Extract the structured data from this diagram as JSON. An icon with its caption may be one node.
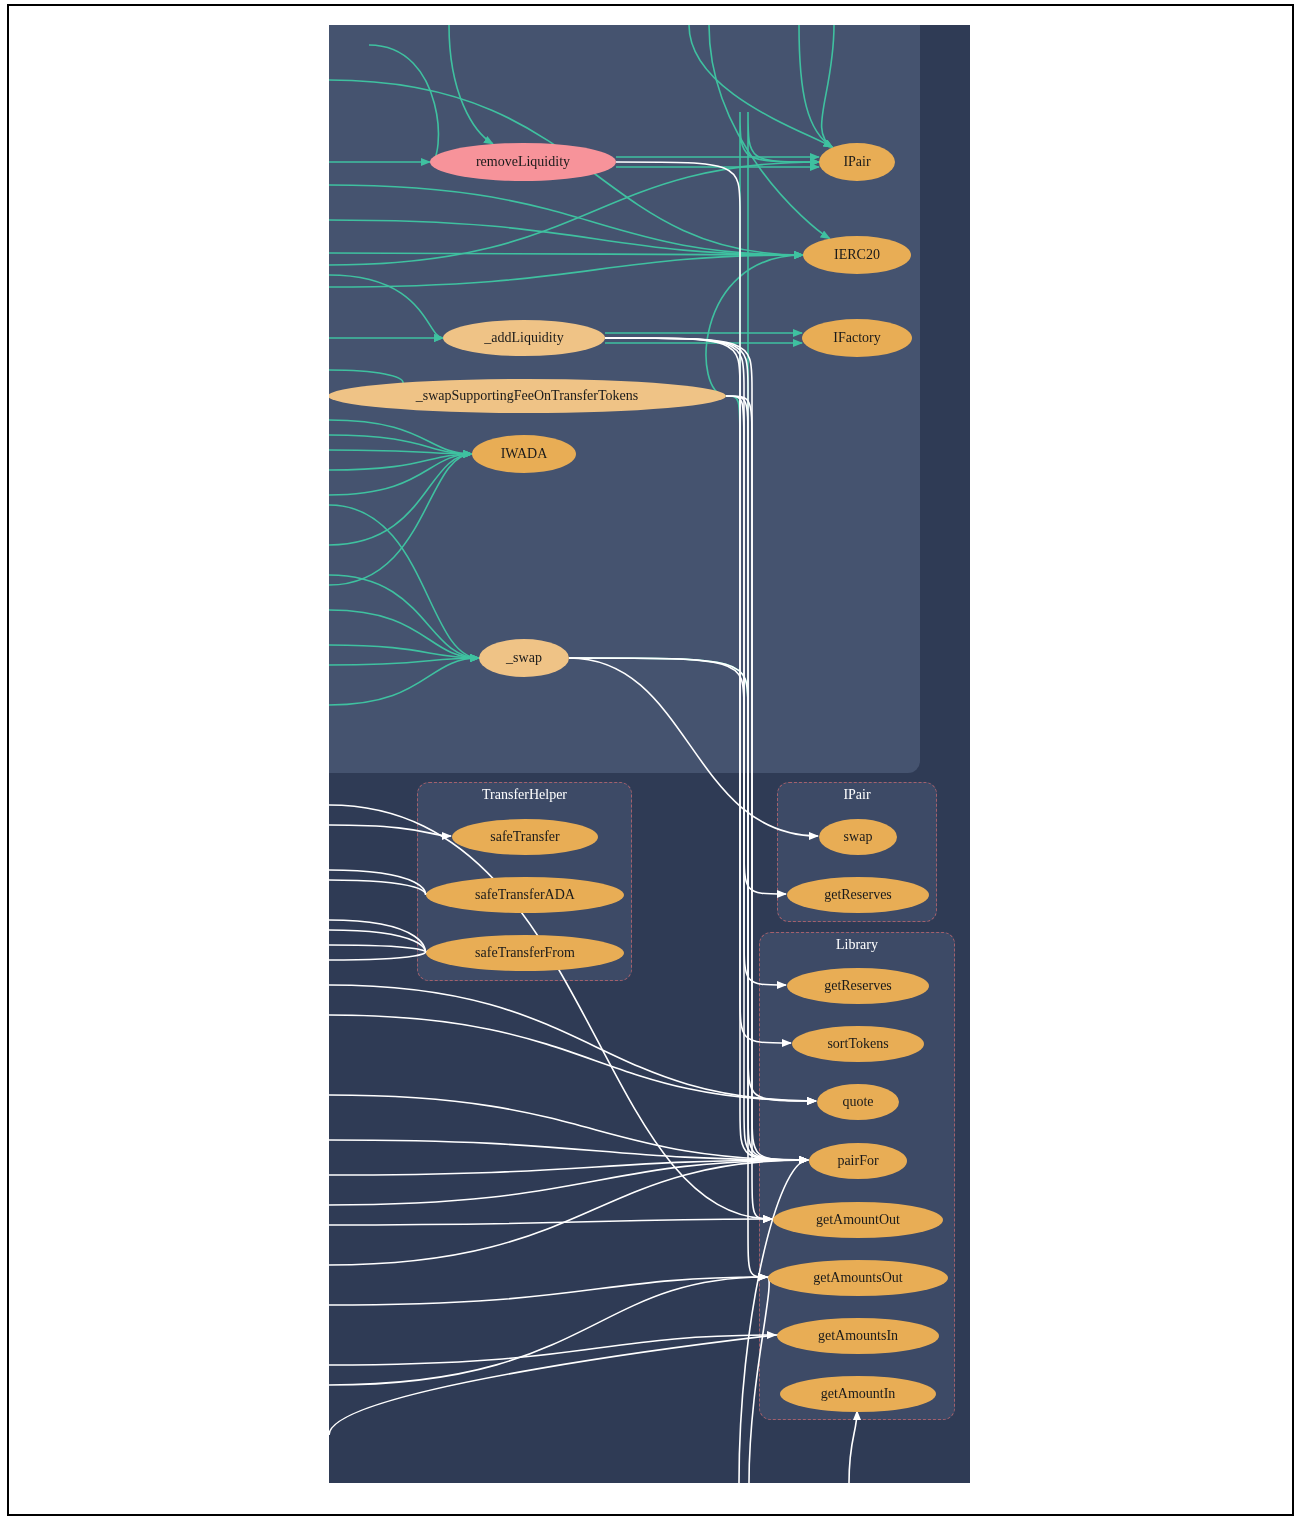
{
  "diagram": {
    "nodes": [
      {
        "text": [],
        "shape": "box"
      },
      {
        "text": [
          "removeLiquidity"
        ],
        "in": 0
      },
      {
        "text": [
          "IPair"
        ],
        "in": 0
      },
      {
        "text": [
          "IERC20"
        ],
        "in": 0
      },
      {
        "text": [
          "_addLiquidity"
        ],
        "in": 0
      },
      {
        "text": [
          "IFactory"
        ],
        "in": 0
      },
      {
        "text": [
          "_swapSupportingFeeOnTransferTokens"
        ],
        "in": 0
      },
      {
        "text": [
          "IWADA"
        ],
        "in": 0
      },
      {
        "text": [
          "_swap"
        ],
        "in": 0
      },
      {
        "text": [
          "TransferHelper"
        ]
      },
      {
        "text": [
          "safeTransfer"
        ],
        "in": 9
      },
      {
        "text": [
          "safeTransferADA"
        ],
        "in": 9
      },
      {
        "text": [
          "safeTransferFrom"
        ],
        "in": 9
      },
      {
        "text": [
          "IPair"
        ]
      },
      {
        "text": [
          "swap"
        ],
        "in": 13
      },
      {
        "text": [
          "getReserves"
        ],
        "in": 13
      },
      {
        "text": [
          "Library"
        ]
      },
      {
        "text": [
          "getReserves"
        ],
        "in": 16
      },
      {
        "text": [
          "sortTokens"
        ],
        "in": 16
      },
      {
        "text": [
          "quote"
        ],
        "in": 16
      },
      {
        "text": [
          "pairFor"
        ],
        "in": 16
      },
      {
        "text": [
          "getAmountOut"
        ],
        "in": 16
      },
      {
        "text": [
          "getAmountsOut"
        ],
        "in": 16
      },
      {
        "text": [
          "getAmountsIn"
        ],
        "in": 16
      },
      {
        "text": [
          "getAmountIn"
        ],
        "in": 16
      }
    ],
    "edges": [
      {
        "from": 1,
        "to": 2,
        "arrow": "to"
      },
      {
        "from": 1,
        "to": 2,
        "arrow": "to"
      },
      {
        "from": 4,
        "to": 5,
        "arrow": "to"
      },
      {
        "from": 4,
        "to": 5,
        "arrow": "to"
      },
      {
        "from": 6,
        "to": 2,
        "arrow": "to"
      },
      {
        "from": 6,
        "to": 3,
        "arrow": "to"
      },
      {
        "from": 8,
        "to": 2,
        "arrow": "to"
      },
      {
        "from": null,
        "to": 1,
        "arrow": "to"
      },
      {
        "from": null,
        "to": 1,
        "arrow": "to"
      },
      {
        "from": null,
        "to": 1,
        "arrow": "to"
      },
      {
        "from": null,
        "to": 2,
        "arrow": "to"
      },
      {
        "from": null,
        "to": 2,
        "arrow": "to"
      },
      {
        "from": null,
        "to": 2,
        "arrow": "to"
      },
      {
        "from": null,
        "to": 2,
        "arrow": "to"
      },
      {
        "from": null,
        "to": 3,
        "arrow": "to"
      },
      {
        "from": null,
        "to": 3,
        "arrow": "to"
      },
      {
        "from": null,
        "to": 3,
        "arrow": "to"
      },
      {
        "from": null,
        "to": 3,
        "arrow": "to"
      },
      {
        "from": null,
        "to": 3,
        "arrow": "to"
      },
      {
        "from": null,
        "to": 3,
        "arrow": "to"
      },
      {
        "from": null,
        "to": 4,
        "arrow": "to"
      },
      {
        "from": null,
        "to": 4,
        "arrow": "to"
      },
      {
        "from": null,
        "to": 6,
        "arrow": "to"
      },
      {
        "from": null,
        "to": 7,
        "arrow": "to"
      },
      {
        "from": null,
        "to": 7,
        "arrow": "to"
      },
      {
        "from": null,
        "to": 7,
        "arrow": "to"
      },
      {
        "from": null,
        "to": 7,
        "arrow": "to"
      },
      {
        "from": null,
        "to": 7,
        "arrow": "to"
      },
      {
        "from": null,
        "to": 7,
        "arrow": "to"
      },
      {
        "from": null,
        "to": 7,
        "arrow": "to"
      },
      {
        "from": null,
        "to": 8,
        "arrow": "to"
      },
      {
        "from": null,
        "to": 8,
        "arrow": "to"
      },
      {
        "from": null,
        "to": 8,
        "arrow": "to"
      },
      {
        "from": null,
        "to": 8,
        "arrow": "to"
      },
      {
        "from": null,
        "to": 8,
        "arrow": "to"
      },
      {
        "from": null,
        "to": 8,
        "arrow": "to"
      },
      {
        "from": 1,
        "to": 20,
        "arrow": "to",
        "color": "#ffffff"
      },
      {
        "from": 4,
        "to": 17,
        "arrow": "to",
        "color": "#ffffff"
      },
      {
        "from": 4,
        "to": 19,
        "arrow": "to",
        "color": "#ffffff"
      },
      {
        "from": 4,
        "to": 20,
        "arrow": "to",
        "color": "#ffffff"
      },
      {
        "from": 4,
        "to": 18,
        "arrow": "to",
        "color": "#ffffff"
      },
      {
        "from": 6,
        "to": 15,
        "arrow": "to",
        "color": "#ffffff"
      },
      {
        "from": 6,
        "to": 20,
        "arrow": "to",
        "color": "#ffffff"
      },
      {
        "from": 6,
        "to": 21,
        "arrow": "to",
        "color": "#ffffff"
      },
      {
        "from": 8,
        "to": 14,
        "arrow": "to",
        "color": "#ffffff"
      },
      {
        "from": 8,
        "to": 20,
        "arrow": "to",
        "color": "#ffffff"
      },
      {
        "from": 8,
        "to": 22,
        "arrow": "to",
        "color": "#ffffff"
      },
      {
        "from": null,
        "to": 10,
        "arrow": "to",
        "color": "#ffffff"
      },
      {
        "from": null,
        "to": 11,
        "arrow": "to",
        "color": "#ffffff"
      },
      {
        "from": null,
        "to": 11,
        "arrow": "to",
        "color": "#ffffff"
      },
      {
        "from": null,
        "to": 12,
        "arrow": "to",
        "color": "#ffffff"
      },
      {
        "from": null,
        "to": 12,
        "arrow": "to",
        "color": "#ffffff"
      },
      {
        "from": null,
        "to": 12,
        "arrow": "to",
        "color": "#ffffff"
      },
      {
        "from": null,
        "to": 12,
        "arrow": "to",
        "color": "#ffffff"
      },
      {
        "from": null,
        "to": 19,
        "arrow": "to",
        "color": "#ffffff"
      },
      {
        "from": null,
        "to": 19,
        "arrow": "to",
        "color": "#ffffff"
      },
      {
        "from": null,
        "to": 20,
        "arrow": "to",
        "color": "#ffffff"
      },
      {
        "from": null,
        "to": 20,
        "arrow": "to",
        "color": "#ffffff"
      },
      {
        "from": null,
        "to": 20,
        "arrow": "to",
        "color": "#ffffff"
      },
      {
        "from": null,
        "to": 20,
        "arrow": "to",
        "color": "#ffffff"
      },
      {
        "from": null,
        "to": 20,
        "arrow": "to",
        "color": "#ffffff"
      },
      {
        "from": null,
        "to": 21,
        "arrow": "to",
        "color": "#ffffff"
      },
      {
        "from": null,
        "to": 22,
        "arrow": "to",
        "color": "#ffffff"
      },
      {
        "from": null,
        "to": 22,
        "arrow": "to",
        "color": "#ffffff"
      },
      {
        "from": null,
        "to": 23,
        "arrow": "to",
        "color": "#ffffff"
      },
      {
        "from": null,
        "to": 23,
        "arrow": "to",
        "color": "#ffffff"
      },
      {
        "from": null,
        "to": 24,
        "arrow": "to",
        "color": "#ffffff"
      },
      {
        "from": null,
        "to": 21,
        "arrow": "to",
        "color": "#ffffff"
      },
      {
        "from": null,
        "to": 20,
        "arrow": "to",
        "color": "#ffffff"
      },
      {
        "from": null,
        "to": 22,
        "arrow": "to",
        "color": "#ffffff"
      }
    ]
  }
}
